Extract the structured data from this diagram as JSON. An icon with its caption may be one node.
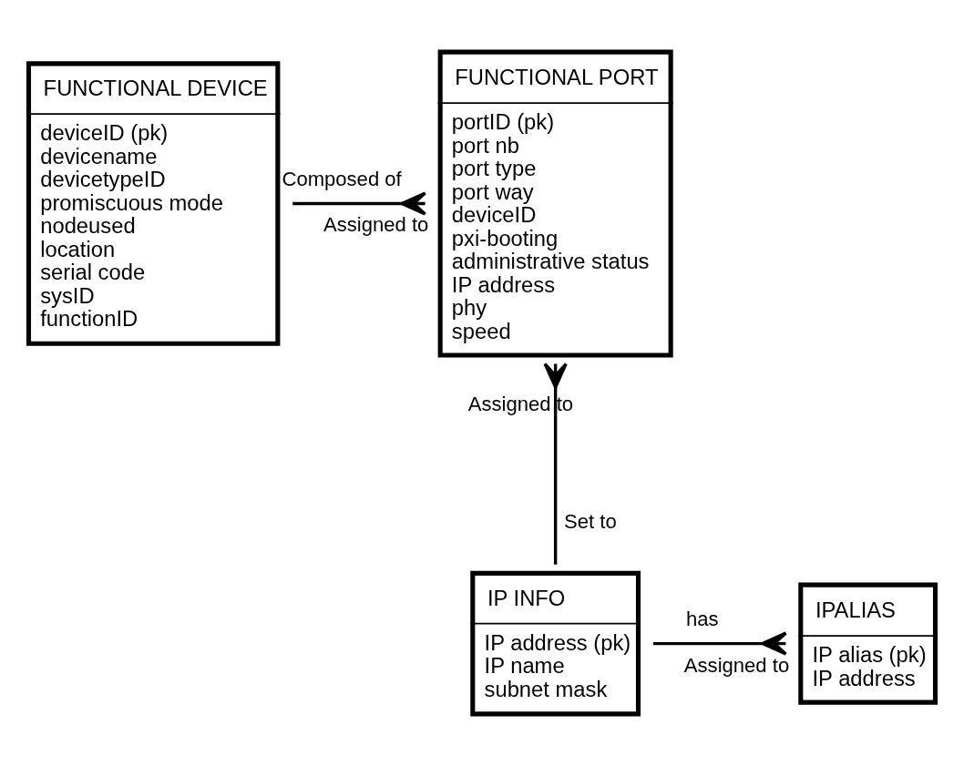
{
  "diagram": {
    "nodes": [
      {
        "text": [
          "FUNCTIONAL DEVICE",
          "deviceID (pk)",
          "devicename",
          "devicetypeID",
          "promiscuous mode",
          "nodeused",
          "location",
          "serial code",
          "sysID",
          "functionID"
        ]
      },
      {
        "text": [
          "FUNCTIONAL PORT",
          "portID (pk)",
          "port nb",
          "port type",
          "port way",
          "deviceID",
          "pxi-booting",
          "administrative status",
          "IP address",
          "phy",
          "speed"
        ]
      },
      {
        "text": [
          "IP INFO",
          "IP address (pk)",
          "IP name",
          "subnet mask"
        ]
      },
      {
        "text": [
          "IPALIAS",
          "IP alias (pk)",
          "IP address"
        ]
      }
    ],
    "edges": [
      {
        "from": 0,
        "to": 1,
        "arrow": "other"
      },
      {
        "from": 2,
        "to": 1,
        "arrow": "other"
      },
      {
        "from": 2,
        "to": 3,
        "arrow": "other"
      }
    ],
    "labels": [
      "Assigned to",
      "Composed of",
      "Assigned to",
      "Set to",
      "Assigned to",
      "has"
    ]
  }
}
